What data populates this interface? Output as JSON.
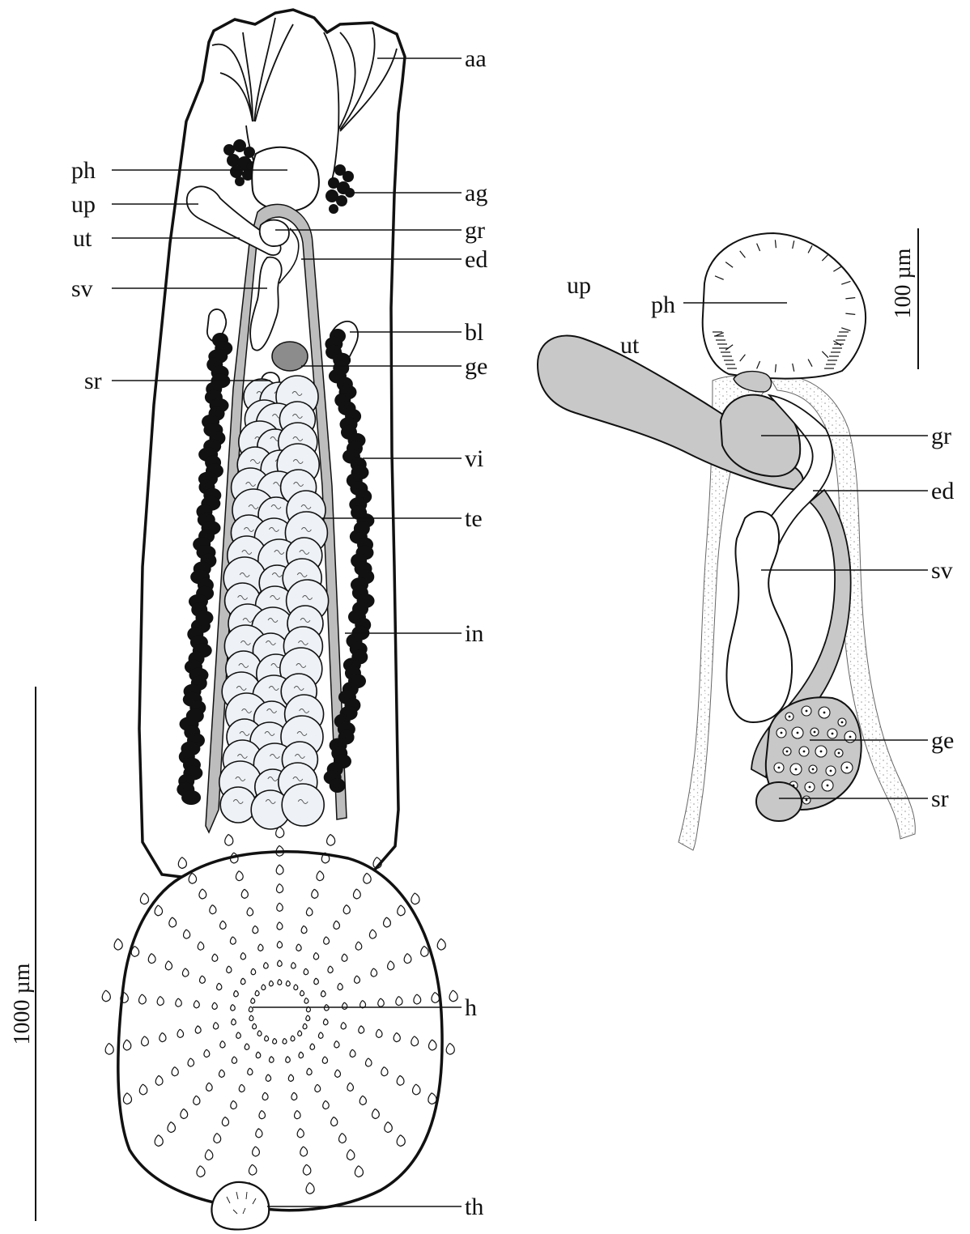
{
  "figure": {
    "left_panel": {
      "labels": {
        "aa": "aa",
        "ph": "ph",
        "ag": "ag",
        "up": "up",
        "ut": "ut",
        "gr": "gr",
        "ed": "ed",
        "sv": "sv",
        "bl": "bl",
        "sr": "sr",
        "ge": "ge",
        "vi": "vi",
        "te": "te",
        "in": "in",
        "h": "h",
        "th": "th"
      },
      "scale_bar": "1000 µm"
    },
    "right_panel": {
      "labels": {
        "up": "up",
        "ut": "ut",
        "ph": "ph",
        "gr": "gr",
        "ed": "ed",
        "sv": "sv",
        "ge": "ge",
        "sr": "sr"
      },
      "scale_bar": "100 µm"
    },
    "colors": {
      "outline": "#111111",
      "organ_fill": "#c8c8c8",
      "testis_fill": "#eef2f6",
      "vitellaria": "#111111",
      "stipple": "#9a9a9a"
    }
  }
}
